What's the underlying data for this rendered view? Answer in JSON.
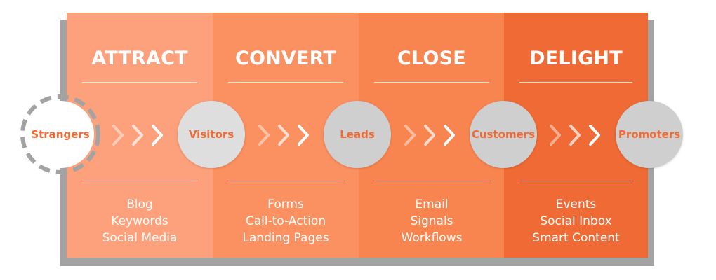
{
  "diagram": {
    "phases": [
      {
        "title": "ATTRACT",
        "tools": [
          "Blog",
          "Keywords",
          "Social Media"
        ],
        "color": "#fda17c"
      },
      {
        "title": "CONVERT",
        "tools": [
          "Forms",
          "Call-to-Action",
          "Landing Pages"
        ],
        "color": "#fb9060"
      },
      {
        "title": "CLOSE",
        "tools": [
          "Email",
          "Signals",
          "Workflows"
        ],
        "color": "#f88550"
      },
      {
        "title": "DELIGHT",
        "tools": [
          "Events",
          "Social Inbox",
          "Smart Content"
        ],
        "color": "#ef6a35"
      }
    ],
    "stages": [
      "Strangers",
      "Visitors",
      "Leads",
      "Customers",
      "Promoters"
    ],
    "colors": {
      "circle_text": "#ef6a35",
      "circle_fill": "#dedede",
      "frame_shadow": "#a3a3a3",
      "dash_ring": "#a3a3a3"
    }
  }
}
